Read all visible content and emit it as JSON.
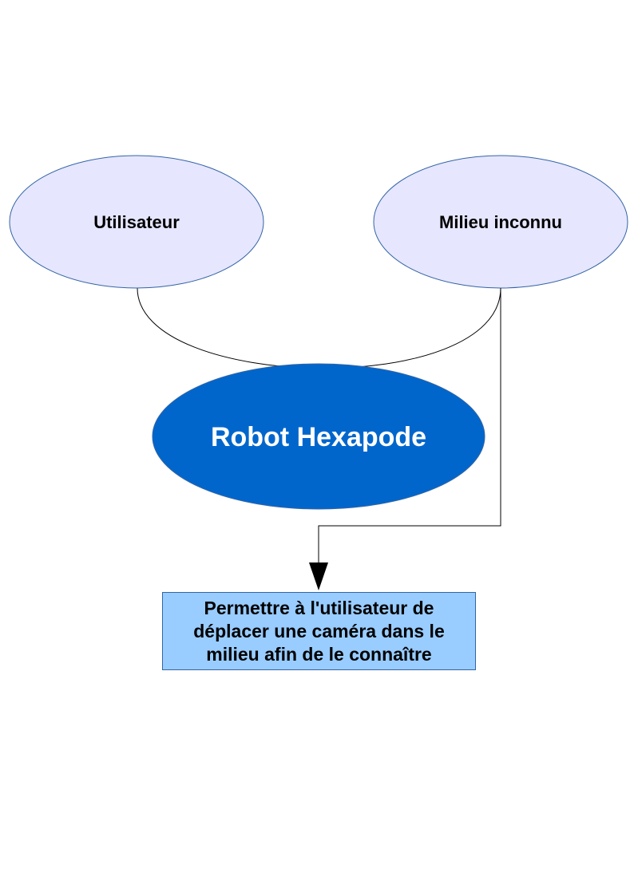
{
  "diagram": {
    "nodes": {
      "user": {
        "label": "Utilisateur"
      },
      "environment": {
        "label": "Milieu inconnu"
      },
      "robot": {
        "label": "Robot Hexapode"
      },
      "goal": {
        "label": "Permettre à l'utilisateur de déplacer une caméra dans le milieu afin de le connaître"
      }
    },
    "colors": {
      "ellipse_fill": "#e6e6ff",
      "ellipse_stroke": "#3465a4",
      "robot_fill": "#0066cc",
      "robot_text": "#ffffff",
      "goal_fill": "#99ccff",
      "line": "#000000",
      "text": "#000000"
    }
  }
}
